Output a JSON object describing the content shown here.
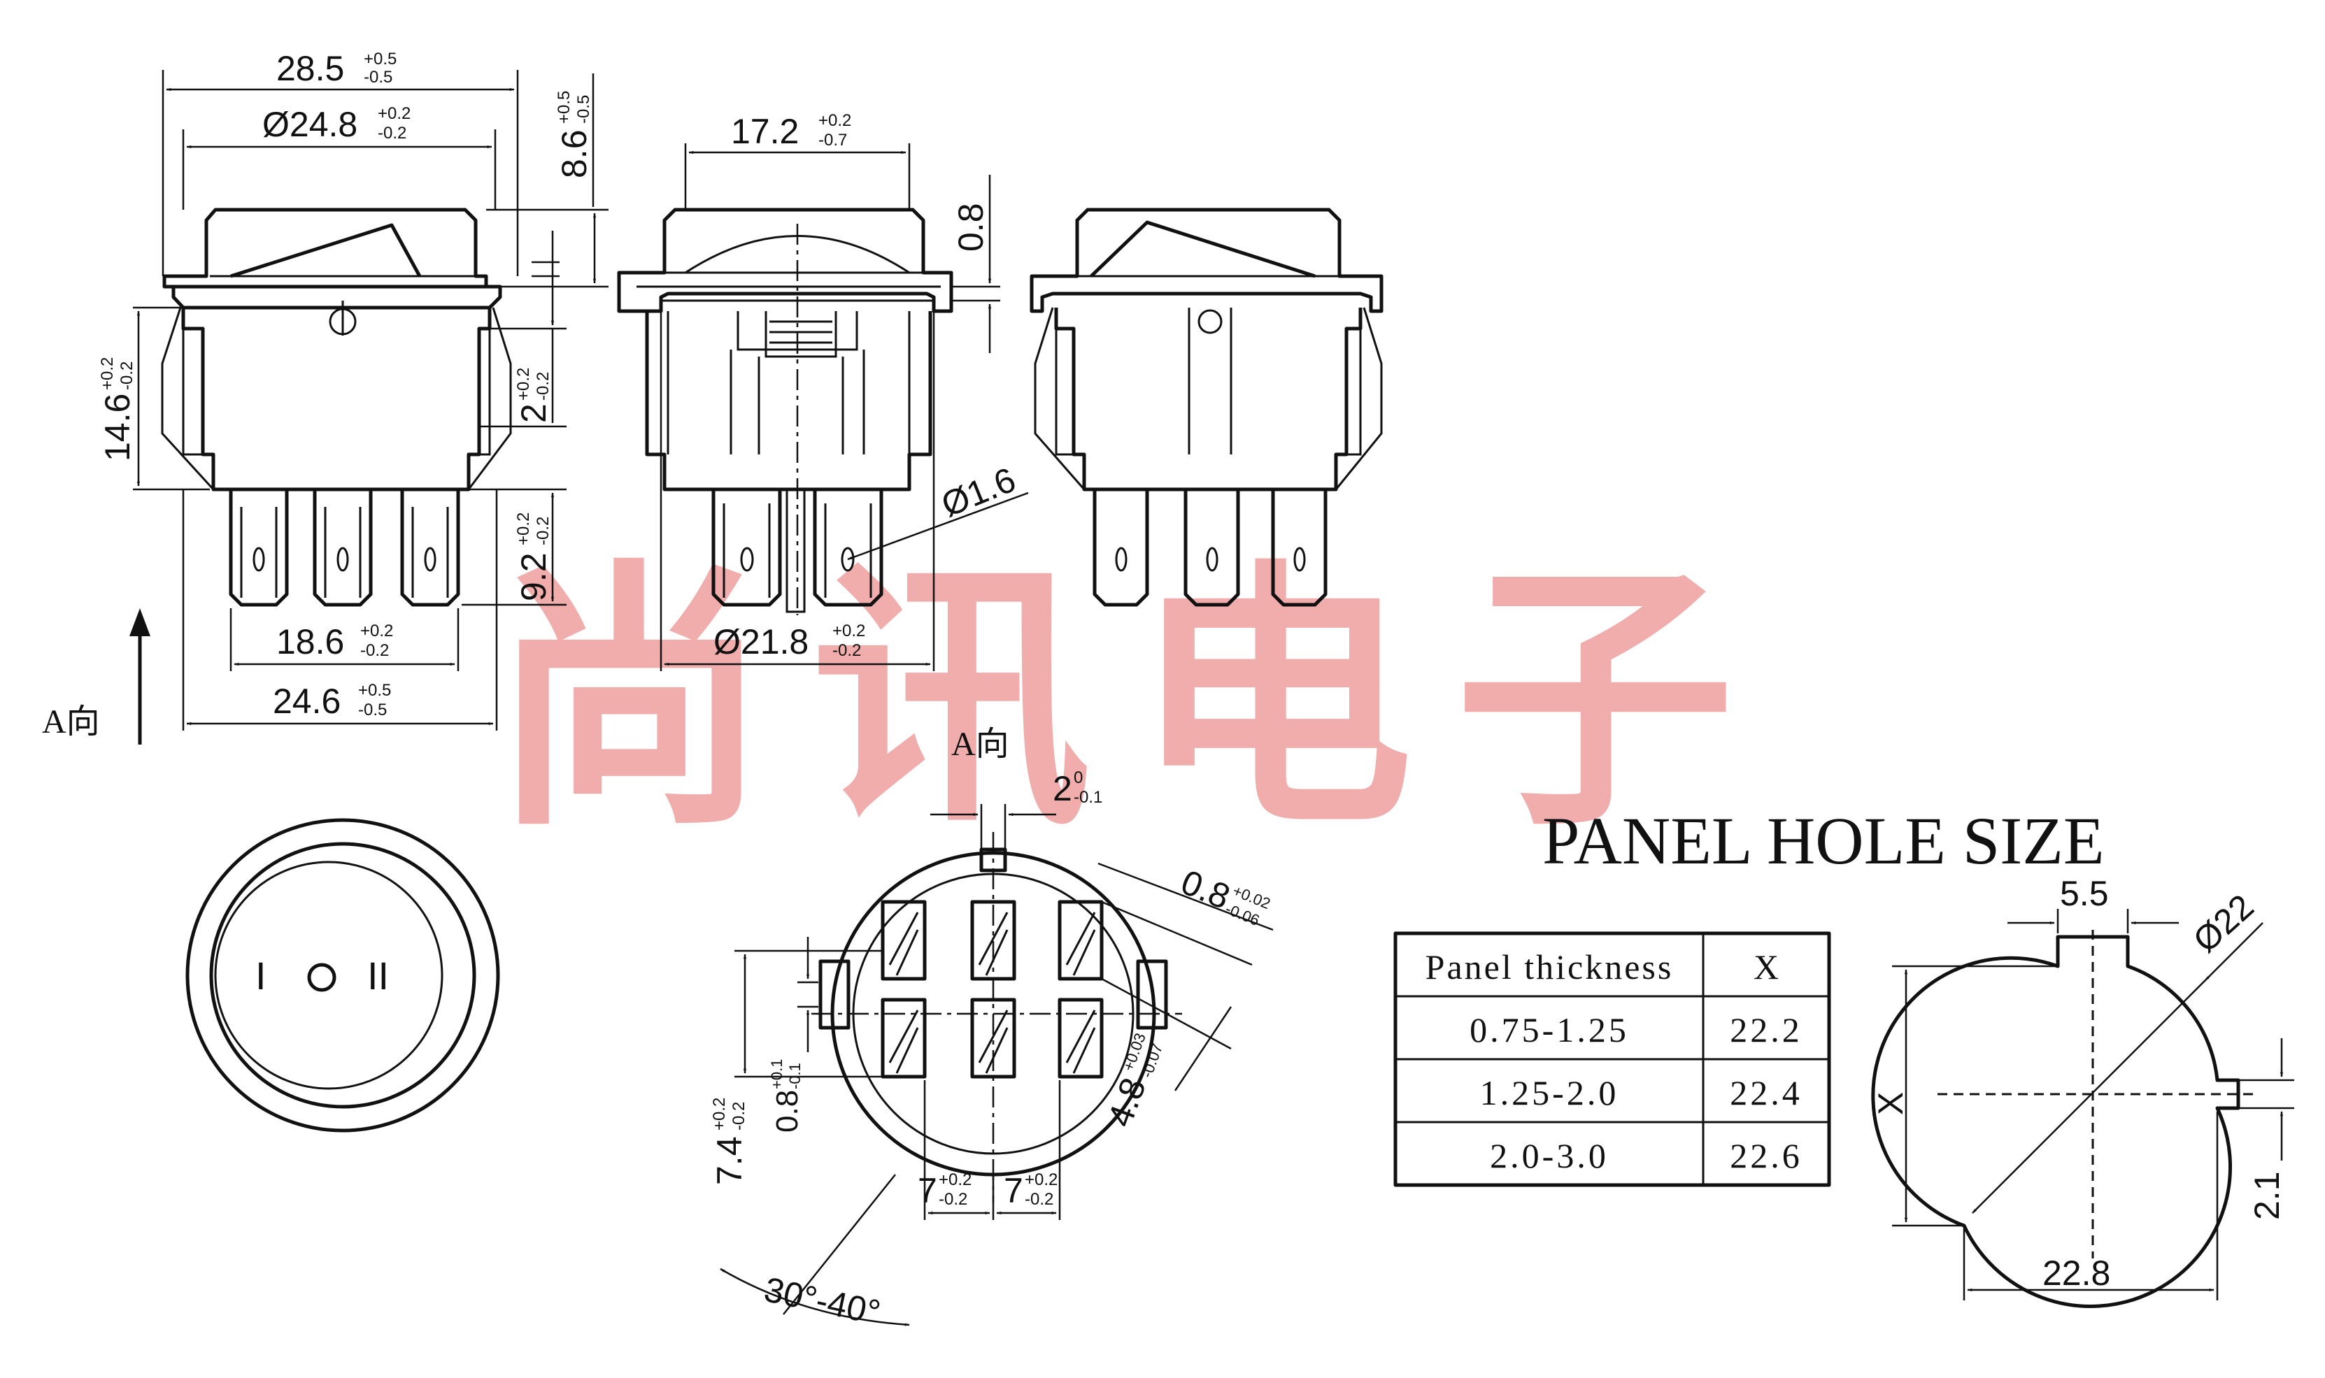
{
  "dims": {
    "width_outer": {
      "nom": "28.5",
      "up": "+0.5",
      "lo": "-0.5"
    },
    "diam_rim": {
      "nom": "Ø24.8",
      "up": "+0.2",
      "lo": "-0.2"
    },
    "height_top": {
      "nom": "8.6",
      "up": "+0.5",
      "lo": "-0.5"
    },
    "body_height": {
      "nom": "14.6",
      "up": "+0.2",
      "lo": "-0.2"
    },
    "small_gap": {
      "nom": "2",
      "up": "+0.2",
      "lo": "-0.2"
    },
    "terminal_len": {
      "nom": "9.2",
      "up": "+0.2",
      "lo": "-0.2"
    },
    "term_span": {
      "nom": "18.6",
      "up": "+0.2",
      "lo": "-0.2"
    },
    "base_width": {
      "nom": "24.6",
      "up": "+0.5",
      "lo": "-0.5"
    },
    "rocker_width": {
      "nom": "17.2",
      "up": "+0.2",
      "lo": "-0.7"
    },
    "rim_thick": "0.8",
    "pin_diam": "Ø1.6",
    "diam_body": {
      "nom": "Ø21.8",
      "up": "+0.2",
      "lo": "-0.2"
    },
    "key_width": {
      "nom": "2",
      "up": "0",
      "lo": "-0.1"
    },
    "term_thick": {
      "nom": "0.8",
      "up": "+0.02",
      "lo": "-0.06"
    },
    "row_pitch": {
      "nom": "7.4",
      "up": "+0.2",
      "lo": "-0.2"
    },
    "slot_w": {
      "nom": "0.8",
      "up": "+0.1",
      "lo": "-0.1"
    },
    "term_w": {
      "nom": "4.8",
      "up": "+0.03",
      "lo": "-0.07"
    },
    "pitch_a": {
      "nom": "7",
      "up": "+0.2",
      "lo": "-0.2"
    },
    "pitch_b": {
      "nom": "7",
      "up": "+0.2",
      "lo": "-0.2"
    },
    "angle": "30°-40°"
  },
  "view_label": "A向",
  "rocker_symbols": [
    "I",
    "O",
    "II"
  ],
  "watermark": "尚讯电子",
  "panel_hole": {
    "title": "PANEL HOLE SIZE",
    "table": {
      "headers": [
        "Panel thickness",
        "X"
      ],
      "rows": [
        [
          "0.75-1.25",
          "22.2"
        ],
        [
          "1.25-2.0",
          "22.4"
        ],
        [
          "2.0-3.0",
          "22.6"
        ]
      ]
    },
    "dims": {
      "notch_w": "5.5",
      "diam": "Ø22",
      "x_label": "X",
      "flat_w": "22.8",
      "notch_d": "2.1"
    }
  }
}
